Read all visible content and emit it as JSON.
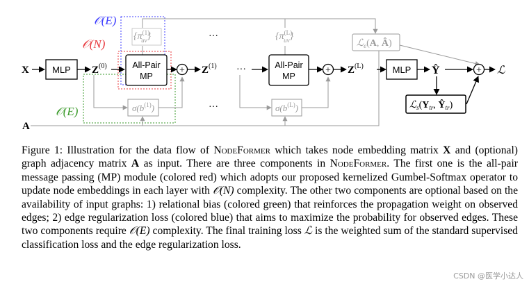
{
  "diagram": {
    "labels": {
      "oe_blue": "𝒪(E)",
      "on_red": "𝒪(N)",
      "oe_green": "𝒪(E)",
      "x_input": "X",
      "a_input": "A",
      "mlp": "MLP",
      "z0": "Z(0)",
      "allpair_line1": "All-Pair",
      "allpair_line2": "MP",
      "z1": "Z(1)",
      "dots": "···",
      "zL": "Z(L)",
      "yhat": "Ŷ",
      "loss": "ℒ",
      "pi_1": "{π(1)uv}",
      "pi_L": "{π(L)uv}",
      "sigma_1": "σ(b(1))",
      "sigma_L": "σ(b(L))",
      "le": "ℒe(A, Â)",
      "ls": "ℒs(Ytr, Ŷtr)"
    },
    "colors": {
      "blue": "#3b3bff",
      "red": "#e8383d",
      "green": "#3a9a2a",
      "gray": "#9a9a9a",
      "black": "#000000"
    }
  },
  "caption": {
    "p1": "Figure 1: Illustration for the data flow of ",
    "name1": "NodeFormer",
    "p2": " which takes node embedding matrix ",
    "X": "X",
    "p3": " and (optional) graph adjacency matrix ",
    "A": "A",
    "p4": " as input. There are three components in ",
    "name2": "NodeFormer",
    "p5": ". The first one is the all-pair message passing (MP) module (colored red) which adopts our proposed kernelized Gumbel-Softmax operator to update node embeddings in each layer with ",
    "on": "𝒪(N)",
    "p6": " complexity. The other two components are optional based on the availability of input graphs: 1) relational bias (colored green) that reinforces the propagation weight on observed edges; 2) edge regularization loss (colored blue) that aims to maximize the probability for observed edges. These two components require ",
    "oe": "𝒪(E)",
    "p7": " complexity. The final training loss ",
    "L": "ℒ",
    "p8": " is the weighted sum of the standard supervised classification loss and the edge regularization loss."
  },
  "watermark": "CSDN @医学小达人"
}
